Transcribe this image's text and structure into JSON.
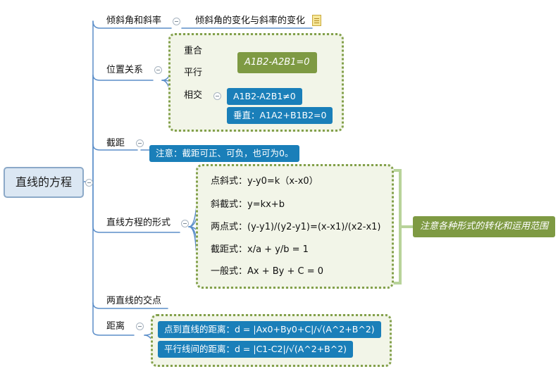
{
  "root": "直线的方程",
  "topics": {
    "incline": {
      "label": "倾斜角和斜率",
      "note": "倾斜角的变化与斜率的变化"
    },
    "position": {
      "label": "位置关系",
      "coincide": "重合",
      "parallel": "平行",
      "intersect": "相交",
      "parallel_condition": "A1B2-A2B1=0",
      "intersect_condition": "A1B2-A2B1≠0",
      "perpendicular": "垂直：A1A2+B1B2=0"
    },
    "intercept": {
      "label": "截距",
      "note": "注意：截距可正、可负，也可为0。"
    },
    "forms": {
      "label": "直线方程的形式",
      "items": [
        "点斜式：y-y0=k（x-x0）",
        "斜截式：y=kx+b",
        "两点式：(y-y1)/(y2-y1)=(x-x1)/(x2-x1)",
        "截距式：x/a + y/b = 1",
        "一般式：Ax + By + C = 0"
      ],
      "summary": "注意各种形式的转化和运用范围"
    },
    "intersection": {
      "label": "两直线的交点"
    },
    "distance": {
      "label": "距离",
      "items": [
        "点到直线的距离：d = |Ax0+By0+C|/√(A^2+B^2)",
        "平行线间的距离：d = |C1-C2|/√(A^2+B^2)"
      ]
    }
  },
  "colors": {
    "connector": "#5b8ec9",
    "blue_box": "#1a7fb9",
    "green_box": "#7e9a43",
    "dotted_border": "#82a04a",
    "bracket": "#b8d39a"
  }
}
